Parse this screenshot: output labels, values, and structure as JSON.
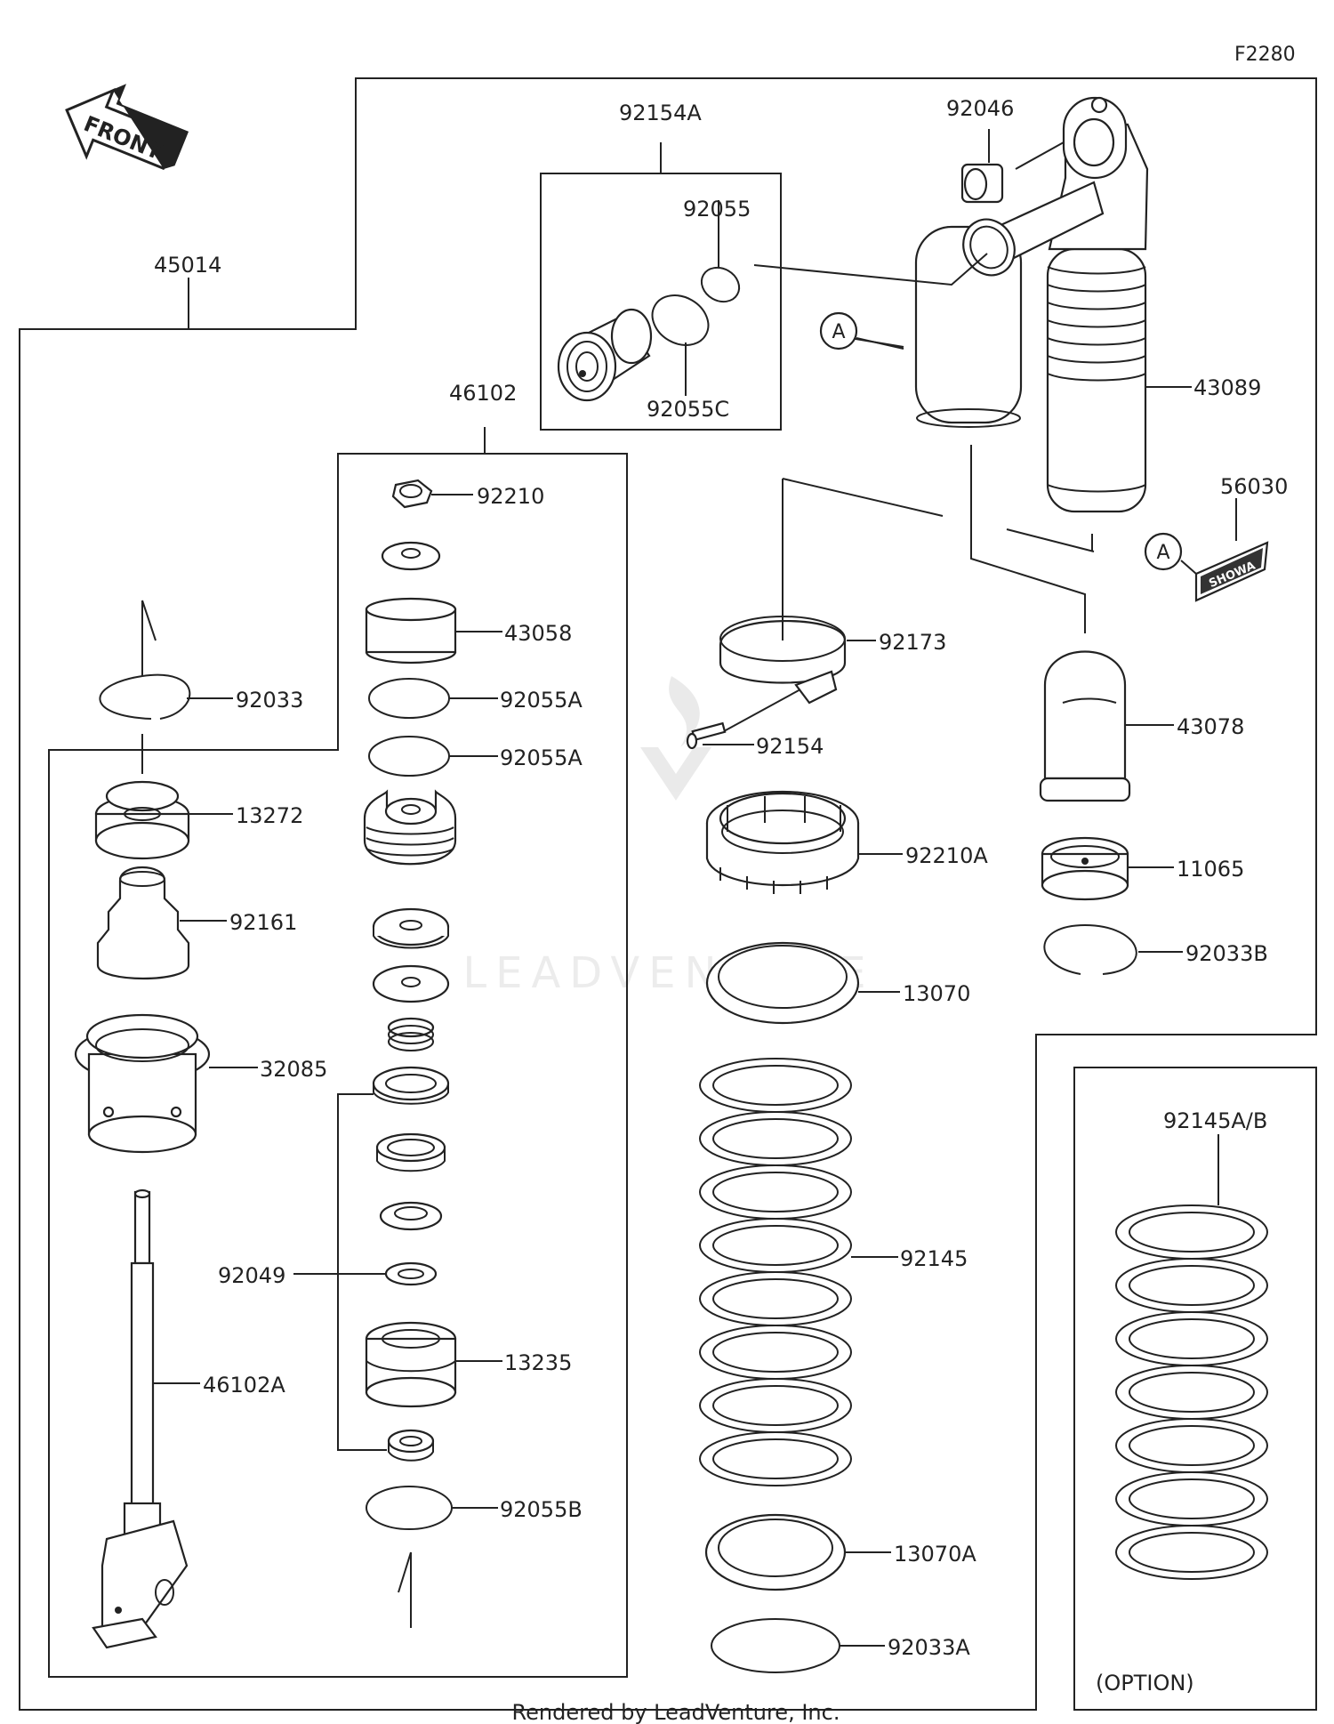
{
  "diagram_id": "F2280",
  "front_label": "FRONT",
  "footer": "Rendered by LeadVenture, Inc.",
  "watermark": "LEADVENTURE",
  "option_label": "(OPTION)",
  "callout_a": "A",
  "brand_label": "SHOWA",
  "parts": {
    "p45014": "45014",
    "p92154A": "92154A",
    "p92055": "92055",
    "p92055C": "92055C",
    "p92046": "92046",
    "p43089": "43089",
    "p56030": "56030",
    "p46102": "46102",
    "p92210": "92210",
    "p43058": "43058",
    "p92055A_1": "92055A",
    "p92055A_2": "92055A",
    "p92033": "92033",
    "p13272": "13272",
    "p92161": "92161",
    "p32085": "32085",
    "p92049": "92049",
    "p13235": "13235",
    "p92055B": "92055B",
    "p46102A": "46102A",
    "p92173": "92173",
    "p92154": "92154",
    "p92210A": "92210A",
    "p13070": "13070",
    "p92145": "92145",
    "p13070A": "13070A",
    "p92033A": "92033A",
    "p43078": "43078",
    "p11065": "11065",
    "p92033B": "92033B",
    "p92145AB": "92145A/B"
  }
}
